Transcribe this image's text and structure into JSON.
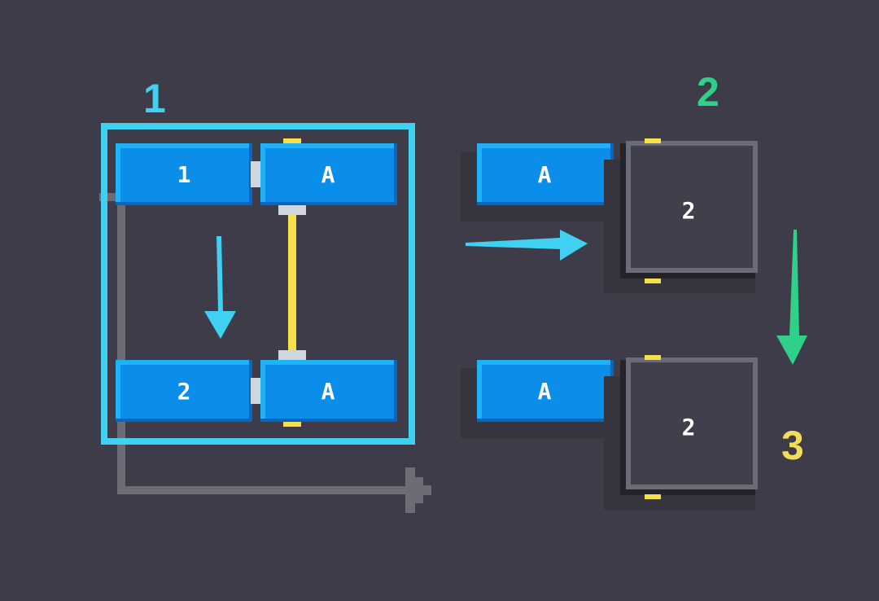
{
  "steps": {
    "one": {
      "label": "1",
      "color": "#3fd0f2"
    },
    "two": {
      "label": "2",
      "color": "#2fd08a"
    },
    "three": {
      "label": "3",
      "color": "#f2dc5a"
    }
  },
  "group": {
    "top_left_block": "1",
    "top_right_block": "A",
    "bottom_left_block": "2",
    "bottom_right_block": "A"
  },
  "right_column": {
    "top_row": {
      "block": "A",
      "device": "2"
    },
    "bottom_row": {
      "block": "A",
      "device": "2"
    }
  },
  "colors": {
    "background": "#3d3c48",
    "block": "#0a8eea",
    "block_highlight": "#1fb2f7",
    "block_shadow": "#0468c2",
    "device": "#403f4c",
    "device_border": "#6c6b78",
    "connector": "#cfd6de",
    "tab": "#f5e048",
    "link": "#f5e048",
    "flow_path": "#6c6b76"
  }
}
